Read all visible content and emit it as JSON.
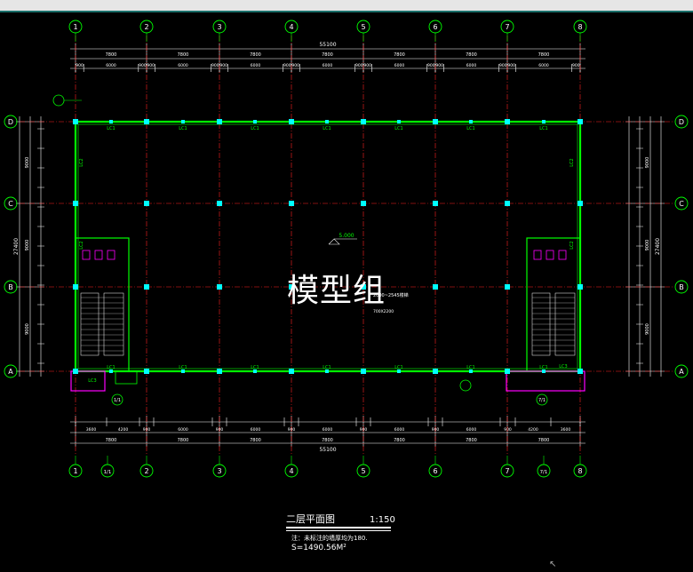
{
  "grid_labels_x": [
    "1",
    "1/1",
    "2",
    "3",
    "4",
    "5",
    "6",
    "7",
    "7/1",
    "8"
  ],
  "grid_labels_y": [
    "D",
    "C",
    "B",
    "A"
  ],
  "top_total_dim": "55100",
  "bottom_total_dim": "55100",
  "top_bay_dims": [
    "7800",
    "7800",
    "7800",
    "7800",
    "7800",
    "7800",
    "7800"
  ],
  "top_sub_dims": [
    "900",
    "6000",
    "900",
    "900",
    "6000",
    "900",
    "900",
    "6000",
    "900",
    "900",
    "6000",
    "900",
    "900",
    "6000",
    "900",
    "900",
    "6000",
    "900",
    "900",
    "6000",
    "900"
  ],
  "bottom_sub_dims": [
    "3600",
    "4200",
    "900",
    "6000",
    "900",
    "6000",
    "900",
    "6000",
    "900",
    "6000",
    "900",
    "6000",
    "900",
    "4200",
    "3600"
  ],
  "bottom_bay_dims": [
    "7800",
    "7800",
    "7800",
    "7800",
    "7800",
    "7800",
    "7800"
  ],
  "left_total_dim": "27400",
  "right_total_dim": "27400",
  "left_bay_dims": [
    "9000",
    "9000",
    "9000"
  ],
  "window_labels": [
    "LC1",
    "LC2",
    "LC3"
  ],
  "level_mark": "5.000",
  "watermark": "模型组",
  "plan_title": "二层平面图",
  "scale": "1:150",
  "note": "注：未标注的墙厚均为180.",
  "area": "S=1490.56M²",
  "stair_note": "2000~2545楼梯",
  "door_size": "700X2200",
  "colors": {
    "wall": "#00ff00",
    "axis": "#ff2020",
    "dimension": "#ffffff",
    "bubble": "#00ff00",
    "stair": "#ff00ff",
    "column": "#00ffff"
  }
}
